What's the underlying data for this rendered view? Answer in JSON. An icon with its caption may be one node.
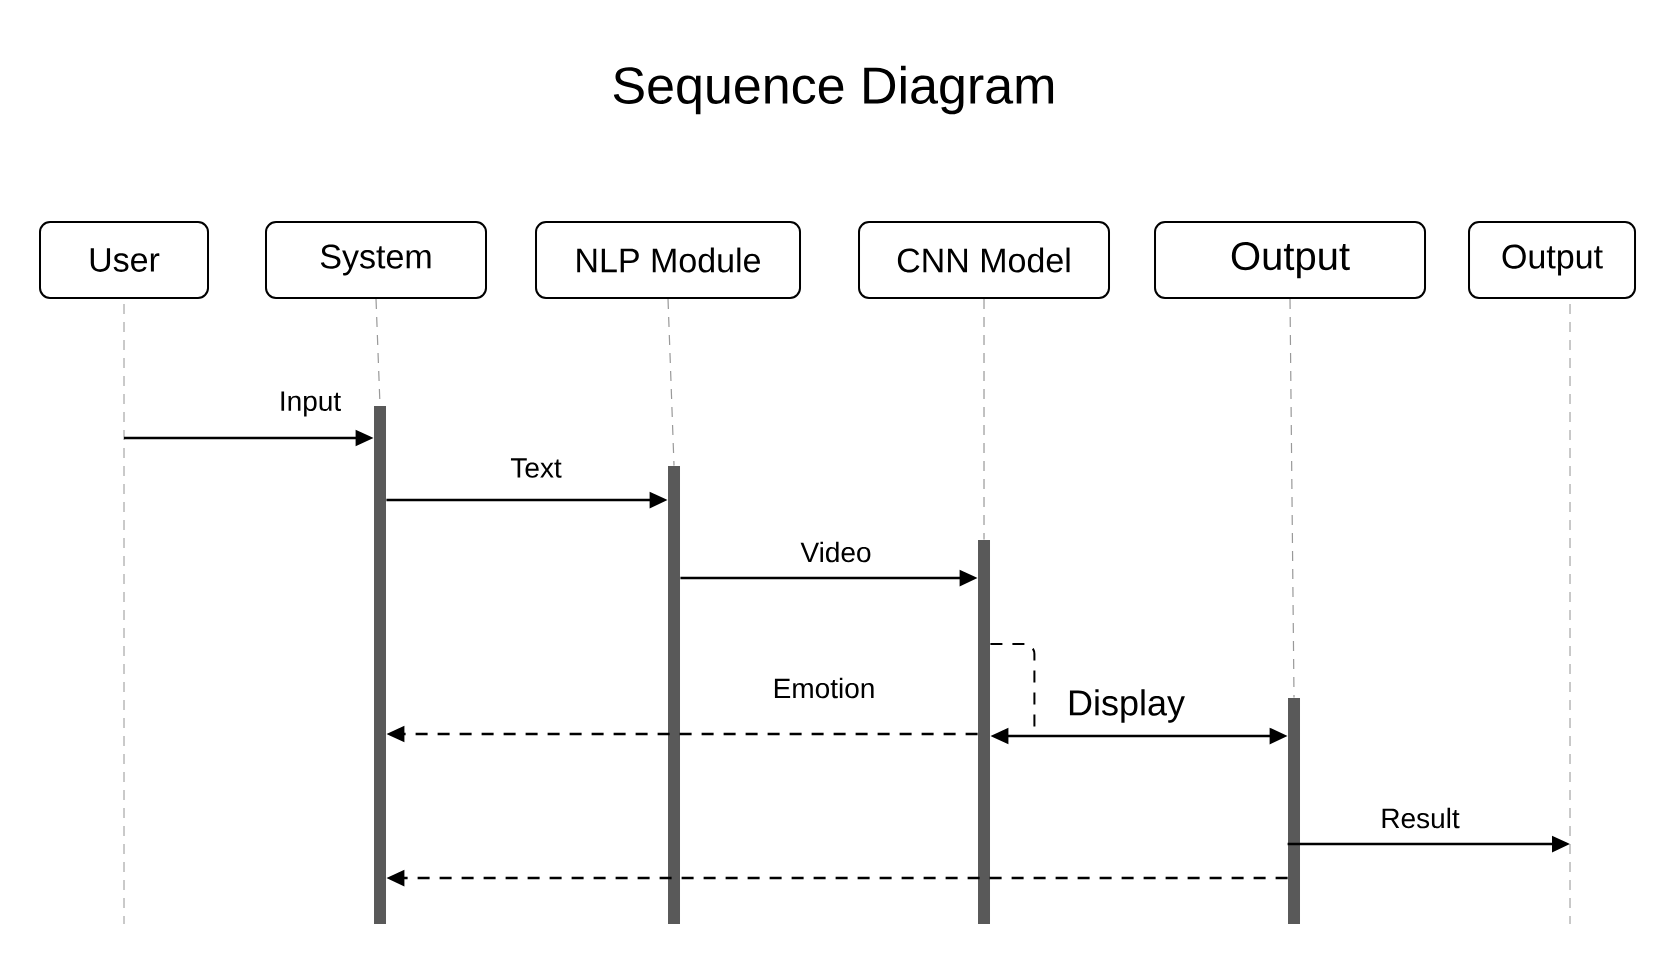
{
  "diagram": {
    "title": "Sequence Diagram",
    "nodes": [
      {
        "text": [
          "User"
        ]
      },
      {
        "text": [
          "System"
        ]
      },
      {
        "text": [
          "NLP Module"
        ]
      },
      {
        "text": [
          "CNN Model"
        ]
      },
      {
        "text": [
          "Output"
        ]
      },
      {
        "text": [
          "Output"
        ]
      },
      {
        "text": [],
        "shape": "bar"
      },
      {
        "text": [],
        "shape": "bar"
      },
      {
        "text": [],
        "shape": "bar"
      },
      {
        "text": [],
        "shape": "bar"
      }
    ],
    "edges": [
      {
        "from": null,
        "to": 6,
        "arrow": "to",
        "label": "Input"
      },
      {
        "from": 6,
        "to": 7,
        "arrow": "to",
        "label": "Text"
      },
      {
        "from": 7,
        "to": 8,
        "arrow": "to",
        "label": "Video"
      },
      {
        "from": 8,
        "to": 6,
        "arrow": "to",
        "label": "Emotion",
        "style": "dashed"
      },
      {
        "from": 8,
        "to": 8,
        "arrow": "none",
        "style": "dashed"
      },
      {
        "from": 8,
        "to": 9,
        "arrow": "both",
        "label": "Display"
      },
      {
        "from": 9,
        "to": null,
        "arrow": "to",
        "label": "Result"
      },
      {
        "from": 9,
        "to": 6,
        "arrow": "to",
        "style": "dashed"
      },
      {
        "from": 1,
        "to": 6,
        "arrow": "none",
        "style": "dashed",
        "color": "#999999"
      },
      {
        "from": 2,
        "to": 7,
        "arrow": "none",
        "style": "dashed",
        "color": "#999999"
      },
      {
        "from": 3,
        "to": 8,
        "arrow": "none",
        "style": "dashed",
        "color": "#999999"
      },
      {
        "from": 4,
        "to": 9,
        "arrow": "none",
        "style": "dashed",
        "color": "#999999"
      }
    ]
  }
}
